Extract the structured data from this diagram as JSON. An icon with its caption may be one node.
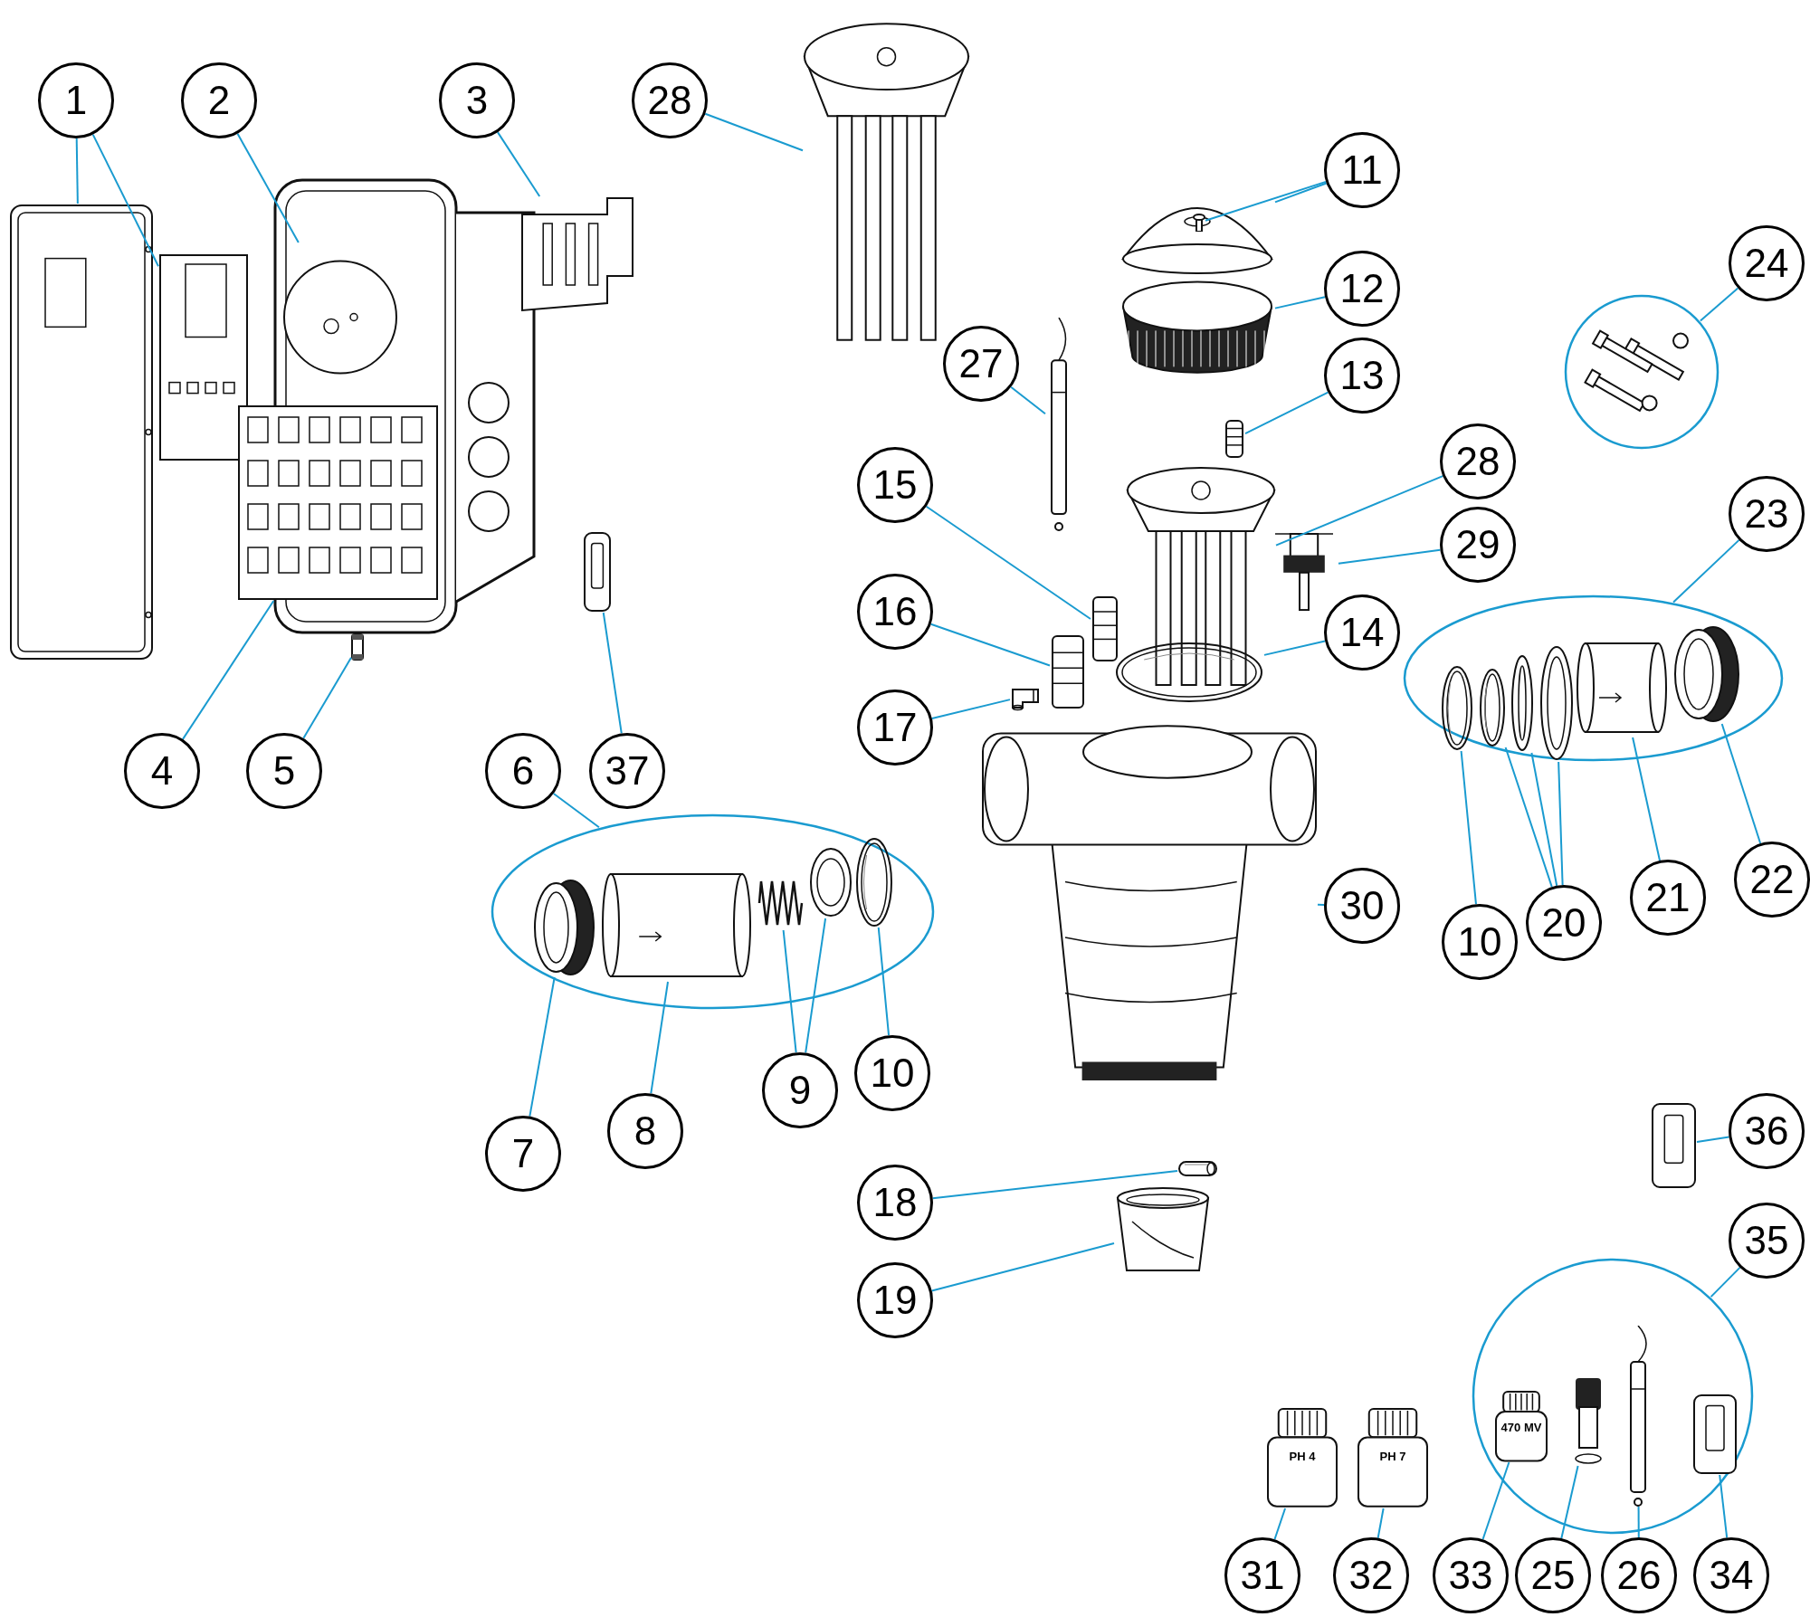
{
  "diagram": {
    "nodes": [
      {
        "text": [
          "1"
        ]
      },
      {
        "text": [
          "2"
        ]
      },
      {
        "text": [
          "3"
        ]
      },
      {
        "text": [
          "28"
        ]
      },
      {
        "text": [
          "11"
        ]
      },
      {
        "text": [
          "24"
        ]
      },
      {
        "text": [
          "12"
        ]
      },
      {
        "text": [
          "27"
        ]
      },
      {
        "text": [
          "13"
        ]
      },
      {
        "text": [
          "28"
        ]
      },
      {
        "text": [
          "15"
        ]
      },
      {
        "text": [
          "23"
        ]
      },
      {
        "text": [
          "29"
        ]
      },
      {
        "text": [
          "16"
        ]
      },
      {
        "text": [
          "14"
        ]
      },
      {
        "text": [
          "17"
        ]
      },
      {
        "text": [
          "4"
        ]
      },
      {
        "text": [
          "5"
        ]
      },
      {
        "text": [
          "6"
        ]
      },
      {
        "text": [
          "37"
        ]
      },
      {
        "text": [
          "22"
        ]
      },
      {
        "text": [
          "21"
        ]
      },
      {
        "text": [
          "30"
        ]
      },
      {
        "text": [
          "20"
        ]
      },
      {
        "text": [
          "10"
        ]
      },
      {
        "text": [
          "10"
        ]
      },
      {
        "text": [
          "9"
        ]
      },
      {
        "text": [
          "8"
        ]
      },
      {
        "text": [
          "7"
        ]
      },
      {
        "text": [
          "36"
        ]
      },
      {
        "text": [
          "18"
        ]
      },
      {
        "text": [
          "35"
        ]
      },
      {
        "text": [
          "19"
        ]
      },
      {
        "text": [
          "31"
        ]
      },
      {
        "text": [
          "32"
        ]
      },
      {
        "text": [
          "33"
        ]
      },
      {
        "text": [
          "25"
        ]
      },
      {
        "text": [
          "26"
        ]
      },
      {
        "text": [
          "34"
        ]
      },
      {
        "text": [],
        "shape": "picture"
      },
      {
        "text": [],
        "shape": "picture"
      },
      {
        "text": [],
        "shape": "picture"
      },
      {
        "text": [],
        "shape": "picture"
      },
      {
        "text": [],
        "shape": "picture"
      },
      {
        "text": [],
        "shape": "picture"
      },
      {
        "text": [],
        "shape": "picture"
      },
      {
        "text": [],
        "shape": "picture"
      },
      {
        "text": [],
        "shape": "picture"
      },
      {
        "text": [],
        "shape": "picture"
      },
      {
        "text": [],
        "shape": "picture",
        "in": 48
      },
      {
        "text": [],
        "shape": "picture"
      },
      {
        "text": [],
        "shape": "picture"
      },
      {
        "text": [],
        "shape": "picture"
      },
      {
        "text": [],
        "shape": "picture"
      },
      {
        "text": [],
        "shape": "picture"
      },
      {
        "text": [],
        "shape": "picture"
      },
      {
        "text": [],
        "shape": "picture"
      },
      {
        "text": [],
        "shape": "picture"
      },
      {
        "text": [],
        "shape": "picture"
      },
      {
        "text": [],
        "shape": "circle"
      },
      {
        "text": [],
        "shape": "circle"
      },
      {
        "text": [],
        "shape": "picture",
        "in": 60
      },
      {
        "text": [],
        "shape": "picture",
        "in": 60
      },
      {
        "text": [],
        "shape": "picture",
        "in": 60
      },
      {
        "text": [],
        "shape": "picture",
        "in": 60
      },
      {
        "text": [],
        "shape": "picture",
        "in": 60
      },
      {
        "text": [],
        "shape": "circle"
      },
      {
        "text": [],
        "shape": "picture",
        "in": 66
      },
      {
        "text": [],
        "shape": "picture",
        "in": 66
      },
      {
        "text": [],
        "shape": "picture",
        "in": 66
      },
      {
        "text": [],
        "shape": "picture",
        "in": 66
      },
      {
        "text": [],
        "shape": "picture",
        "in": 66
      },
      {
        "text": [],
        "shape": "picture",
        "in": 66
      },
      {
        "text": [],
        "shape": "picture"
      },
      {
        "text": [],
        "shape": "picture"
      },
      {
        "text": [],
        "shape": "picture"
      },
      {
        "text": [],
        "shape": "circle"
      },
      {
        "text": [
          "470 MV"
        ],
        "in": 76
      },
      {
        "text": [],
        "shape": "picture",
        "in": 76
      },
      {
        "text": [],
        "shape": "picture",
        "in": 76
      },
      {
        "text": [],
        "shape": "picture",
        "in": 76
      },
      {
        "text": [
          "PH 4"
        ]
      },
      {
        "text": [
          "PH 7"
        ]
      }
    ],
    "edges": [
      {
        "from": 0,
        "to": 39,
        "arrow": "none"
      },
      {
        "from": 0,
        "to": 40,
        "arrow": "none"
      },
      {
        "from": 1,
        "to": 41,
        "arrow": "none"
      },
      {
        "from": 2,
        "to": 42,
        "arrow": "none"
      },
      {
        "from": 3,
        "to": 46,
        "arrow": "none"
      },
      {
        "from": 4,
        "to": 49,
        "arrow": "none"
      },
      {
        "from": 4,
        "to": 48,
        "arrow": "none"
      },
      {
        "from": 5,
        "to": 59,
        "arrow": "none"
      },
      {
        "from": 6,
        "to": 50,
        "arrow": "none"
      },
      {
        "from": 7,
        "to": 47,
        "arrow": "none"
      },
      {
        "from": 8,
        "to": 51,
        "arrow": "none"
      },
      {
        "from": 9,
        "to": 52,
        "arrow": "none"
      },
      {
        "from": 10,
        "to": 54,
        "arrow": "none"
      },
      {
        "from": 11,
        "to": 66,
        "arrow": "none"
      },
      {
        "from": 12,
        "to": 53,
        "arrow": "none"
      },
      {
        "from": 13,
        "to": 56,
        "arrow": "none"
      },
      {
        "from": 14,
        "to": 55,
        "arrow": "none"
      },
      {
        "from": 15,
        "to": 57,
        "arrow": "none"
      },
      {
        "from": 16,
        "to": 43,
        "arrow": "none"
      },
      {
        "from": 17,
        "to": 44,
        "arrow": "none"
      },
      {
        "from": 18,
        "to": 60,
        "arrow": "none"
      },
      {
        "from": 19,
        "to": 45,
        "arrow": "none"
      },
      {
        "from": 20,
        "to": 72,
        "arrow": "none"
      },
      {
        "from": 21,
        "to": 71,
        "arrow": "none"
      },
      {
        "from": 22,
        "to": 58,
        "arrow": "none"
      },
      {
        "from": 23,
        "to": 68,
        "arrow": "none"
      },
      {
        "from": 23,
        "to": 69,
        "arrow": "none"
      },
      {
        "from": 23,
        "to": 70,
        "arrow": "none"
      },
      {
        "from": 24,
        "to": 67,
        "arrow": "none"
      },
      {
        "from": 25,
        "to": 65,
        "arrow": "none"
      },
      {
        "from": 26,
        "to": 63,
        "arrow": "none"
      },
      {
        "from": 26,
        "to": 64,
        "arrow": "none"
      },
      {
        "from": 27,
        "to": 62,
        "arrow": "none"
      },
      {
        "from": 28,
        "to": 61,
        "arrow": "none"
      },
      {
        "from": 29,
        "to": 73,
        "arrow": "none"
      },
      {
        "from": 30,
        "to": 74,
        "arrow": "none"
      },
      {
        "from": 31,
        "to": 76,
        "arrow": "none"
      },
      {
        "from": 32,
        "to": 75,
        "arrow": "none"
      },
      {
        "from": 33,
        "to": 81,
        "arrow": "none"
      },
      {
        "from": 34,
        "to": 82,
        "arrow": "none"
      },
      {
        "from": 35,
        "to": 77,
        "arrow": "none"
      },
      {
        "from": 36,
        "to": 78,
        "arrow": "none"
      },
      {
        "from": 37,
        "to": 79,
        "arrow": "none"
      },
      {
        "from": 38,
        "to": 80,
        "arrow": "none"
      }
    ]
  }
}
